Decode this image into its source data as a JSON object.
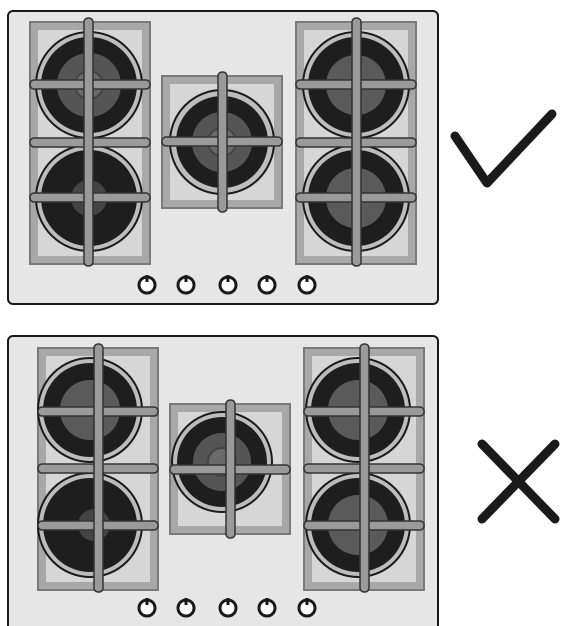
{
  "panels": [
    {
      "id": "correct",
      "verdict": "check",
      "verdict_icon": "checkmark-icon",
      "burners": [
        "left-top",
        "left-bottom",
        "center",
        "right-top",
        "right-bottom"
      ],
      "knob_count": 5
    },
    {
      "id": "incorrect",
      "verdict": "cross",
      "verdict_icon": "cross-icon",
      "burners": [
        "left-top",
        "left-bottom",
        "center",
        "right-top",
        "right-bottom"
      ],
      "knob_count": 5
    }
  ],
  "colors": {
    "cooktop": "#e6e6e6",
    "outline": "#1a1a1a",
    "grate_bg": "#a8a8a8",
    "grate_bar": "#7a7a7a",
    "burner_dark": "#1e1e1e",
    "burner_mid": "#5a5a5a",
    "burner_ring": "#c4c4c4"
  }
}
